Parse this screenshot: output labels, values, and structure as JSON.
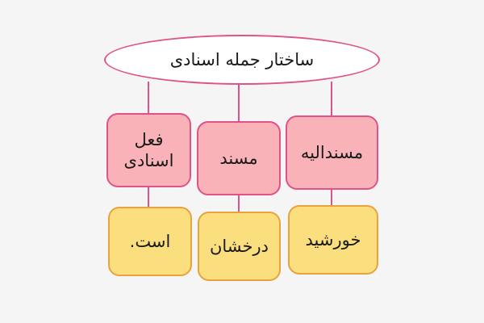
{
  "diagram": {
    "title": "ساختار جمله اسنادی",
    "background_color": "#f5f5f5",
    "root": {
      "label": "ساختار جمله اسنادی",
      "shape": "ellipse",
      "fill": "#ffffff",
      "stroke": "#e0528a"
    },
    "middle_row": [
      {
        "label": "مسندالیه",
        "fill": "#f9b3b8",
        "stroke": "#e0528a"
      },
      {
        "label": "مسند",
        "fill": "#f9b3b8",
        "stroke": "#e0528a"
      },
      {
        "label": "فعل\nاسنادی",
        "fill": "#f9b3b8",
        "stroke": "#e0528a"
      }
    ],
    "leaf_row": [
      {
        "label": "خورشید",
        "fill": "#fbdf7e",
        "stroke": "#e8a33d"
      },
      {
        "label": "درخشان",
        "fill": "#fbdf7e",
        "stroke": "#e8a33d"
      },
      {
        "label": "است.",
        "fill": "#fbdf7e",
        "stroke": "#e8a33d"
      }
    ],
    "connector_color": "#e0528a",
    "watermark": ""
  }
}
